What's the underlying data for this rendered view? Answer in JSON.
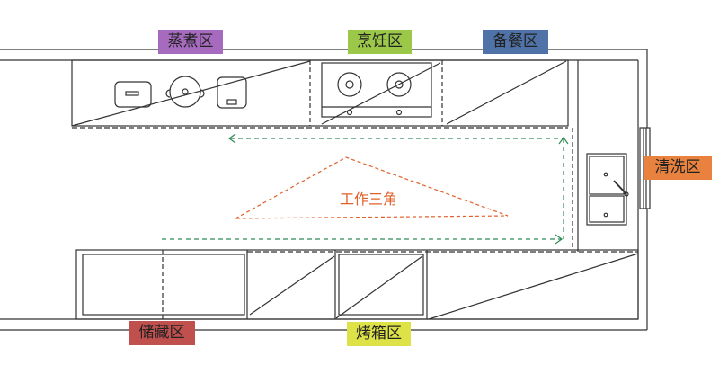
{
  "zones": {
    "steam": {
      "label": "蒸煮区",
      "color": "#a66bbe"
    },
    "cook": {
      "label": "烹饪区",
      "color": "#9cc84a"
    },
    "prep": {
      "label": "备餐区",
      "color": "#4f73a8"
    },
    "wash": {
      "label": "清洗区",
      "color": "#e8823e"
    },
    "storage": {
      "label": "储藏区",
      "color": "#c0504d"
    },
    "oven": {
      "label": "烤箱区",
      "color": "#dde246"
    }
  },
  "work_triangle": {
    "label": "工作三角",
    "color": "#e0602a"
  },
  "flow_color": "#2e8b57"
}
